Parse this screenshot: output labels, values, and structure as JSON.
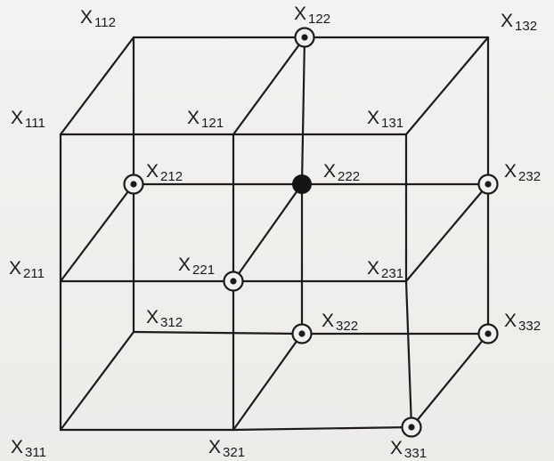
{
  "nodes": [
    {
      "id": "x111",
      "base": "X",
      "sub": "111",
      "marker": "none"
    },
    {
      "id": "x121",
      "base": "X",
      "sub": "121",
      "marker": "none"
    },
    {
      "id": "x131",
      "base": "X",
      "sub": "131",
      "marker": "none"
    },
    {
      "id": "x112",
      "base": "X",
      "sub": "112",
      "marker": "none"
    },
    {
      "id": "x122",
      "base": "X",
      "sub": "122",
      "marker": "ring"
    },
    {
      "id": "x132",
      "base": "X",
      "sub": "132",
      "marker": "none"
    },
    {
      "id": "x211",
      "base": "X",
      "sub": "211",
      "marker": "none"
    },
    {
      "id": "x221",
      "base": "X",
      "sub": "221",
      "marker": "ring"
    },
    {
      "id": "x231",
      "base": "X",
      "sub": "231",
      "marker": "none"
    },
    {
      "id": "x212",
      "base": "X",
      "sub": "212",
      "marker": "ring"
    },
    {
      "id": "x222",
      "base": "X",
      "sub": "222",
      "marker": "solid"
    },
    {
      "id": "x232",
      "base": "X",
      "sub": "232",
      "marker": "ring"
    },
    {
      "id": "x311",
      "base": "X",
      "sub": "311",
      "marker": "none"
    },
    {
      "id": "x321",
      "base": "X",
      "sub": "321",
      "marker": "none"
    },
    {
      "id": "x331",
      "base": "X",
      "sub": "331",
      "marker": "ring"
    },
    {
      "id": "x312",
      "base": "X",
      "sub": "312",
      "marker": "none"
    },
    {
      "id": "x322",
      "base": "X",
      "sub": "322",
      "marker": "ring"
    },
    {
      "id": "x332",
      "base": "X",
      "sub": "332",
      "marker": "ring"
    }
  ],
  "edges": [
    [
      "x111",
      "x121"
    ],
    [
      "x121",
      "x131"
    ],
    [
      "x211",
      "x221"
    ],
    [
      "x221",
      "x231"
    ],
    [
      "x311",
      "x321"
    ],
    [
      "x321",
      "x331"
    ],
    [
      "x111",
      "x211"
    ],
    [
      "x211",
      "x311"
    ],
    [
      "x121",
      "x221"
    ],
    [
      "x221",
      "x321"
    ],
    [
      "x131",
      "x231"
    ],
    [
      "x231",
      "x331"
    ],
    [
      "x112",
      "x122"
    ],
    [
      "x122",
      "x132"
    ],
    [
      "x212",
      "x222"
    ],
    [
      "x222",
      "x232"
    ],
    [
      "x312",
      "x322"
    ],
    [
      "x322",
      "x332"
    ],
    [
      "x112",
      "x212"
    ],
    [
      "x212",
      "x312"
    ],
    [
      "x122",
      "x222"
    ],
    [
      "x222",
      "x322"
    ],
    [
      "x132",
      "x232"
    ],
    [
      "x232",
      "x332"
    ],
    [
      "x111",
      "x112"
    ],
    [
      "x121",
      "x122"
    ],
    [
      "x131",
      "x132"
    ],
    [
      "x211",
      "x212"
    ],
    [
      "x221",
      "x222"
    ],
    [
      "x231",
      "x232"
    ],
    [
      "x311",
      "x312"
    ],
    [
      "x321",
      "x322"
    ],
    [
      "x331",
      "x332"
    ]
  ],
  "colors": {
    "line": "#1c1c1c",
    "text": "#1a1a1a",
    "background": "#f2f0ee"
  }
}
